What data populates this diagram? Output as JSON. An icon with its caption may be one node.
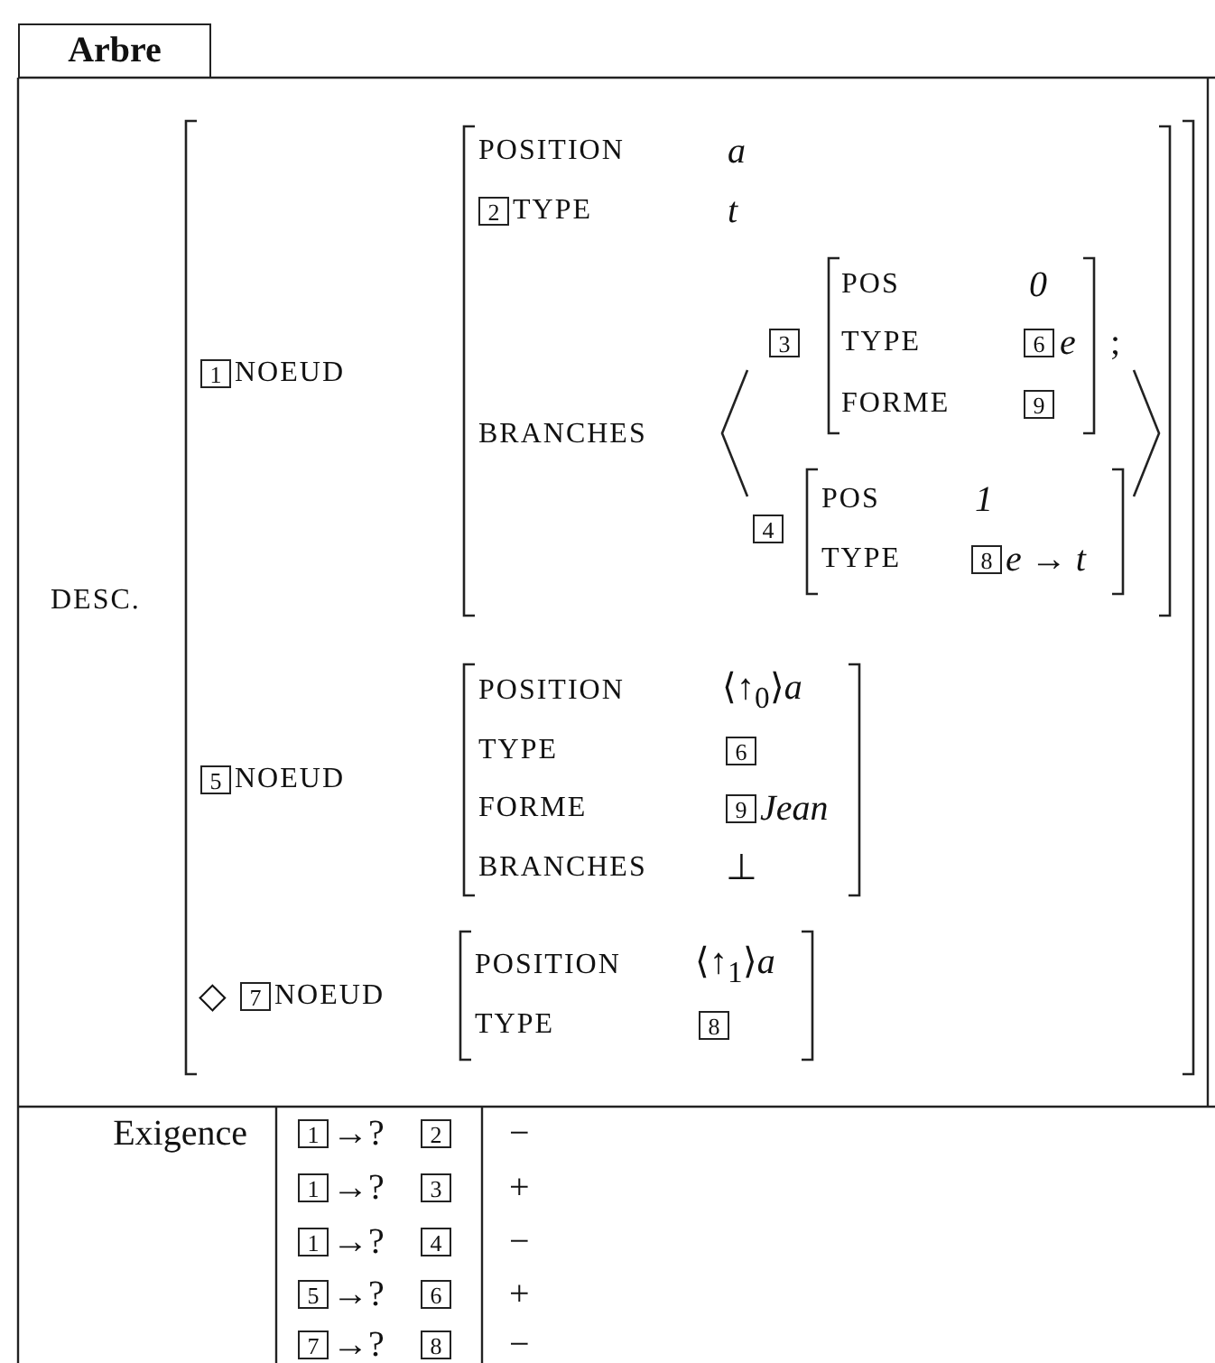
{
  "diagram": {
    "nodes": [
      {
        "text": [
          "Arbre"
        ]
      },
      {
        "text": [
          "1"
        ]
      },
      {
        "text": [
          "2"
        ]
      },
      {
        "text": [
          "3"
        ]
      },
      {
        "text": [
          "6"
        ]
      },
      {
        "text": [
          "9"
        ]
      },
      {
        "text": [
          "4"
        ]
      },
      {
        "text": [
          "8"
        ]
      },
      {
        "text": [
          "5"
        ]
      },
      {
        "text": [
          "6"
        ]
      },
      {
        "text": [
          "9"
        ]
      },
      {
        "text": [
          "7"
        ]
      },
      {
        "text": [
          "8"
        ]
      },
      {
        "text": [
          "1"
        ]
      },
      {
        "text": [
          "2"
        ]
      },
      {
        "text": [
          "1"
        ]
      },
      {
        "text": [
          "3"
        ]
      },
      {
        "text": [
          "1"
        ]
      },
      {
        "text": [
          "4"
        ]
      },
      {
        "text": [
          "5"
        ]
      },
      {
        "text": [
          "6"
        ]
      },
      {
        "text": [
          "7"
        ]
      },
      {
        "text": [
          "8"
        ]
      }
    ],
    "labels": [
      "DESC.",
      "NOEUD",
      "POSITION",
      "a",
      "TYPE",
      "t",
      "BRANCHES",
      "POS",
      "0",
      "TYPE",
      "e",
      "FORME",
      ";",
      "POS",
      "1",
      "TYPE",
      "*e* → *t*",
      "NOEUD",
      "POSITION",
      "⟨↑$_{0}$⟩*a*",
      "TYPE",
      "FORME",
      "Jean",
      "BRANCHES",
      "⊥",
      "◇",
      "NOEUD",
      "POSITION",
      "⟨↑$_{1}$⟩*a*",
      "TYPE",
      "Exigence",
      "→?",
      "→?",
      "→?",
      "→?",
      "→?",
      "−",
      "+",
      "−",
      "+",
      "−"
    ]
  }
}
